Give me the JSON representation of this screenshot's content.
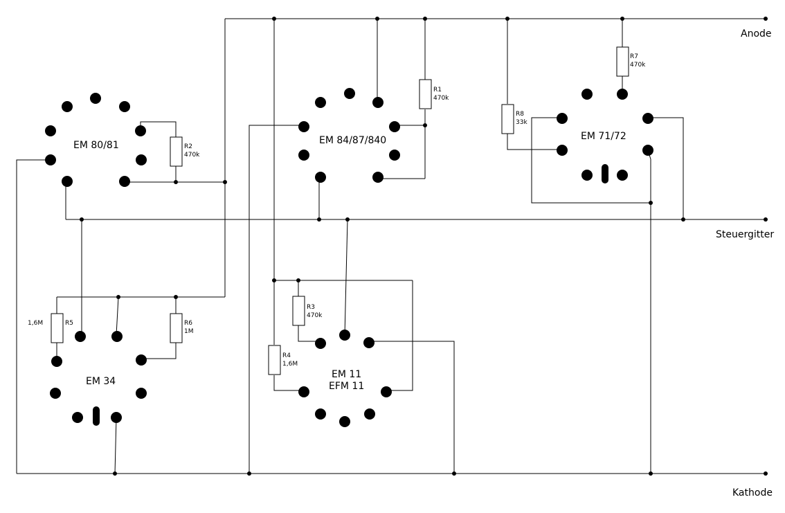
{
  "rails": {
    "anode": "Anode",
    "grid": "Steuergitter",
    "cathode": "Kathode"
  },
  "tubes": {
    "em80": "EM 80/81",
    "em84": "EM 84/87/840",
    "em71": "EM 71/72",
    "em34": "EM 34",
    "em11_line1": "EM 11",
    "em11_line2": "EFM 11"
  },
  "resistors": {
    "r1": {
      "name": "R1",
      "value": "470k"
    },
    "r2": {
      "name": "R2",
      "value": "470k"
    },
    "r3": {
      "name": "R3",
      "value": "470k"
    },
    "r4": {
      "name": "R4",
      "value": "1,6M"
    },
    "r5": {
      "name": "R5",
      "value": "1,6M"
    },
    "r6": {
      "name": "R6",
      "value": "1M"
    },
    "r7": {
      "name": "R7",
      "value": "470k"
    },
    "r8": {
      "name": "R8",
      "value": "33k"
    }
  }
}
